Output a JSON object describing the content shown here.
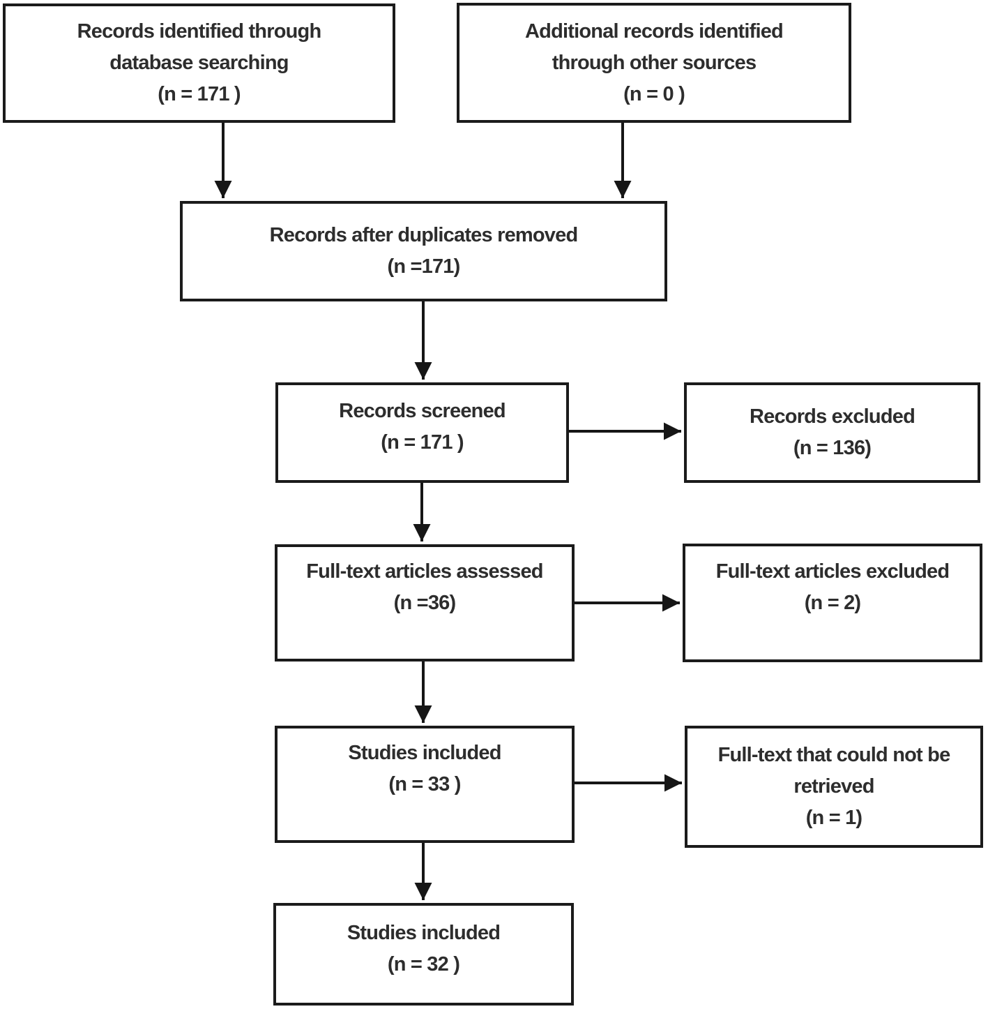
{
  "diagram": {
    "kind": "prisma-flowchart",
    "colors": {
      "background": "#ffffff",
      "box_border": "#1b1b1b",
      "text": "#2d2d2d",
      "arrow": "#161616"
    },
    "boxes": {
      "identified_database": {
        "lines": [
          "Records identified through",
          "database searching",
          "(n = 171 )"
        ],
        "n": 171
      },
      "additional_sources": {
        "lines": [
          "Additional records identified",
          "through other sources",
          "(n = 0 )"
        ],
        "n": 0
      },
      "after_duplicates": {
        "lines": [
          "Records after duplicates removed",
          "(n =171)"
        ],
        "n": 171
      },
      "records_screened": {
        "lines": [
          "Records screened",
          "(n = 171 )"
        ],
        "n": 171
      },
      "records_excluded": {
        "lines": [
          "Records excluded",
          "(n = 136)"
        ],
        "n": 136
      },
      "fulltext_assessed": {
        "lines": [
          "Full-text articles assessed",
          "(n =36)"
        ],
        "n": 36
      },
      "fulltext_excluded": {
        "lines": [
          "Full-text articles excluded",
          "(n = 2)"
        ],
        "n": 2
      },
      "studies_included_first": {
        "lines": [
          "Studies included",
          "(n = 33 )"
        ],
        "n": 33
      },
      "fulltext_not_retrieved": {
        "lines": [
          "Full-text that could not be",
          "retrieved",
          "(n = 1)"
        ],
        "n": 1
      },
      "studies_included_final": {
        "lines": [
          "Studies included",
          "(n = 32 )"
        ],
        "n": 32
      }
    },
    "edges": [
      {
        "from": "identified_database",
        "to": "after_duplicates"
      },
      {
        "from": "additional_sources",
        "to": "after_duplicates"
      },
      {
        "from": "after_duplicates",
        "to": "records_screened"
      },
      {
        "from": "records_screened",
        "to": "records_excluded"
      },
      {
        "from": "records_screened",
        "to": "fulltext_assessed"
      },
      {
        "from": "fulltext_assessed",
        "to": "fulltext_excluded"
      },
      {
        "from": "fulltext_assessed",
        "to": "studies_included_first"
      },
      {
        "from": "studies_included_first",
        "to": "fulltext_not_retrieved"
      },
      {
        "from": "studies_included_first",
        "to": "studies_included_final"
      }
    ]
  }
}
